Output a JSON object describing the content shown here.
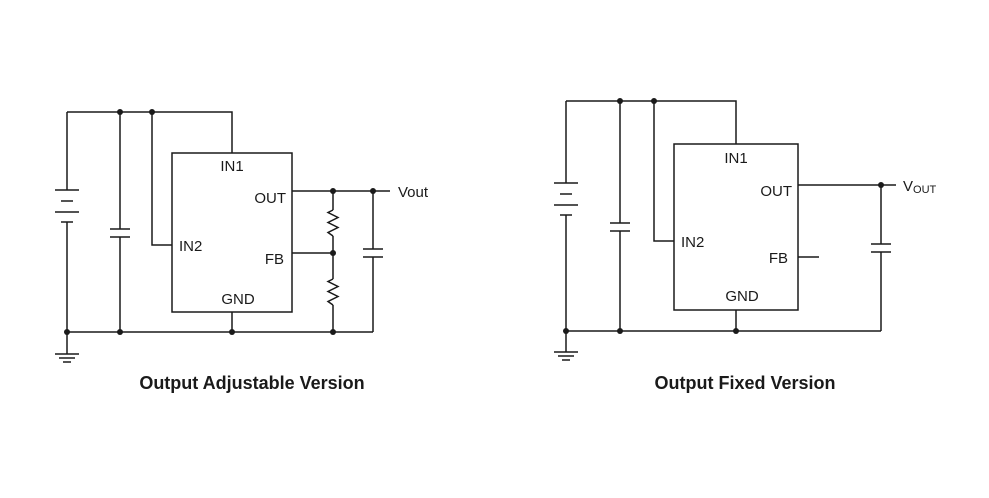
{
  "left_circuit": {
    "pins": {
      "in1": "IN1",
      "in2": "IN2",
      "out": "OUT",
      "fb": "FB",
      "gnd": "GND"
    },
    "output_label": "Vout",
    "caption": "Output Adjustable Version"
  },
  "right_circuit": {
    "pins": {
      "in1": "IN1",
      "in2": "IN2",
      "out": "OUT",
      "fb": "FB",
      "gnd": "GND"
    },
    "output_label_main": "V",
    "output_label_sub": "OUT",
    "caption": "Output Fixed Version"
  }
}
